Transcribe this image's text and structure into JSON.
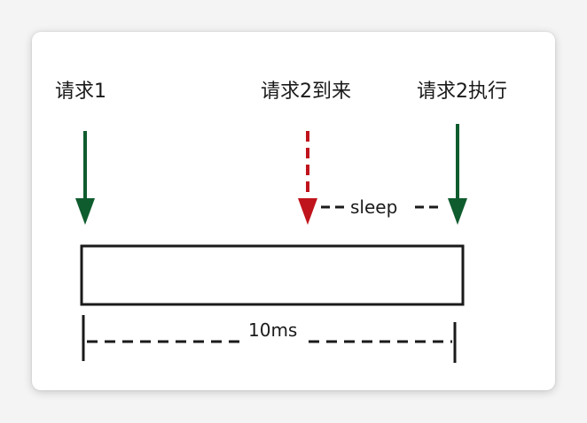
{
  "labels": {
    "request1": "请求1",
    "request2_arrive": "请求2到来",
    "request2_execute": "请求2执行",
    "sleep": "sleep",
    "duration": "10ms"
  },
  "colors": {
    "green_arrow": "#0f5c2e",
    "red_arrow": "#c0141c",
    "line": "#1a1a1a"
  }
}
